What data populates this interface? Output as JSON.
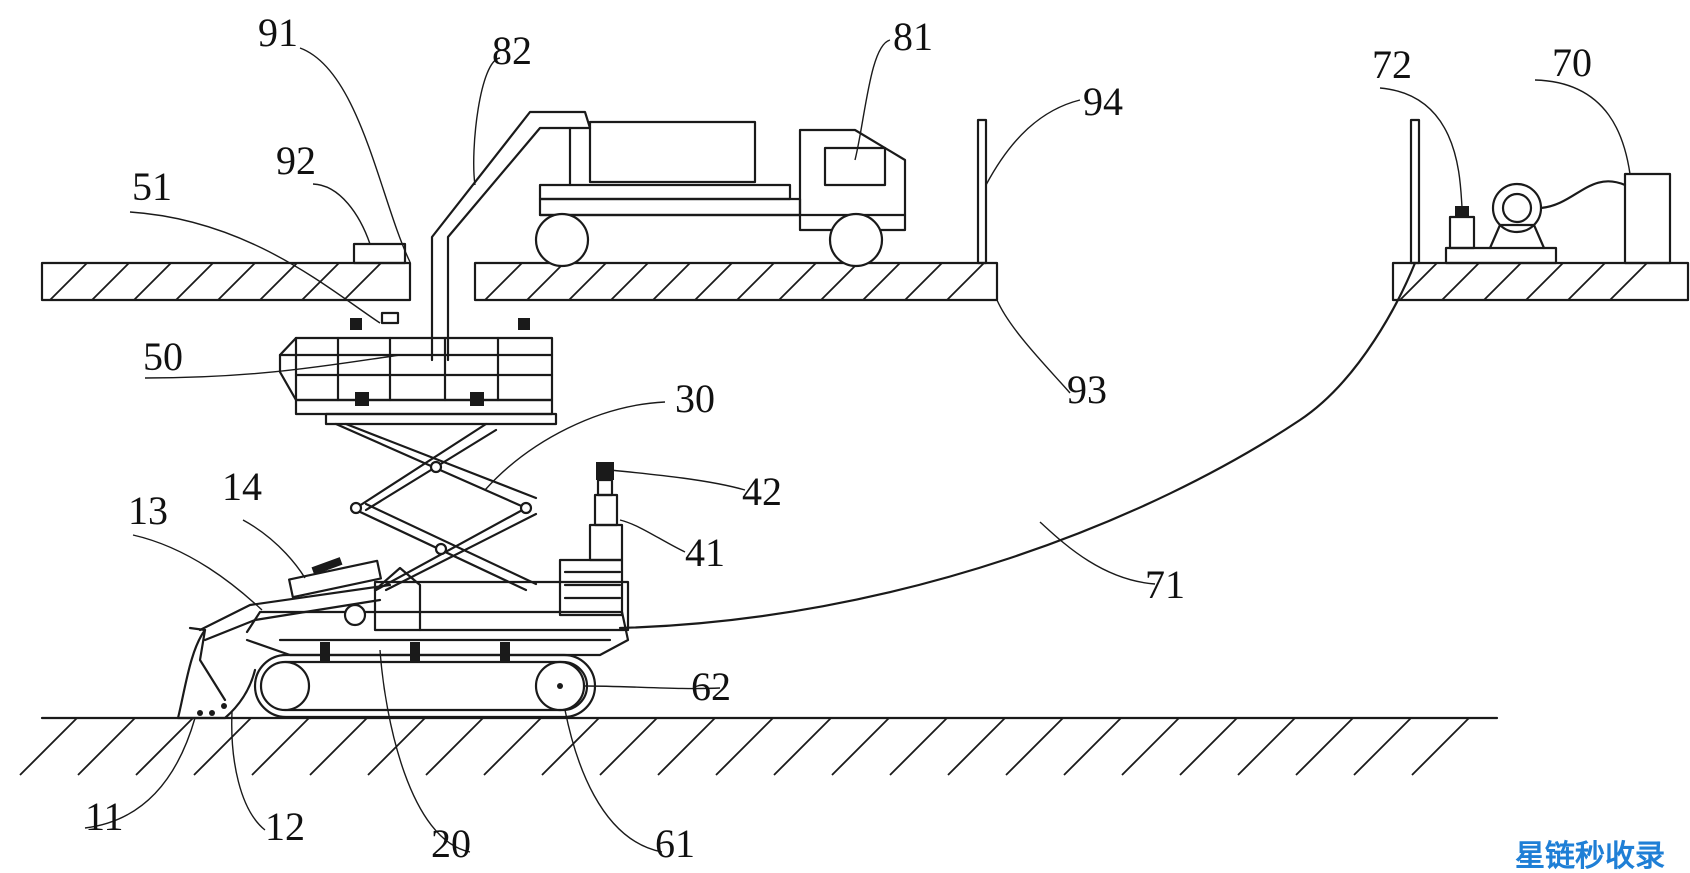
{
  "labels": {
    "l91": "91",
    "l82": "82",
    "l81": "81",
    "l94": "94",
    "l72": "72",
    "l70": "70",
    "l92": "92",
    "l51": "51",
    "l50": "50",
    "l93": "93",
    "l30": "30",
    "l42": "42",
    "l14": "14",
    "l13": "13",
    "l41": "41",
    "l71": "71",
    "l62": "62",
    "l11": "11",
    "l12": "12",
    "l20": "20",
    "l61": "61"
  },
  "watermark": "星链秒收录",
  "colors": {
    "line": "#1a1a1a",
    "watermark": "#1f7fd6"
  }
}
